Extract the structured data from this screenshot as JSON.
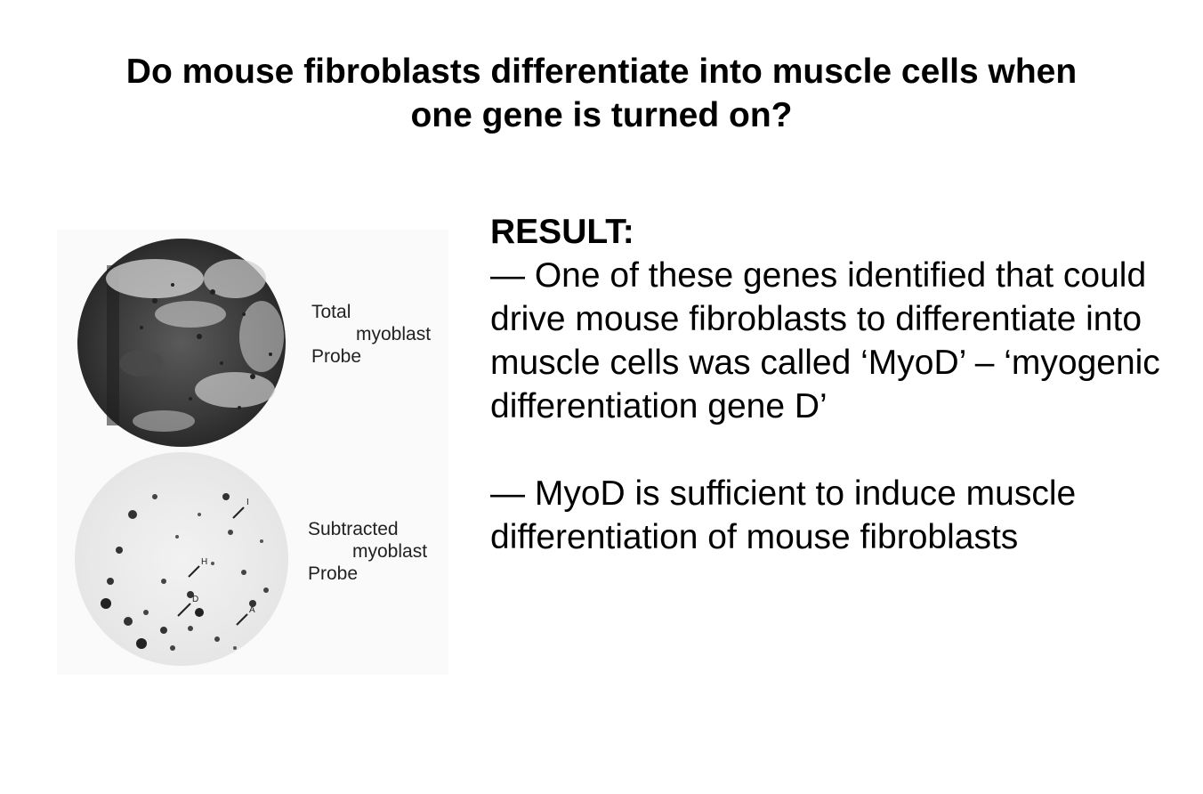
{
  "slide": {
    "title_line1": "Do mouse fibroblasts differentiate into muscle cells when",
    "title_line2": "one gene is turned on?"
  },
  "figure": {
    "top_plate": {
      "label_line1": "Total",
      "label_line2": "myoblast",
      "label_line3": "Probe"
    },
    "bottom_plate": {
      "label_line1": "Subtracted",
      "label_line2": "myoblast",
      "label_line3": "Probe",
      "colony_markers": [
        "I",
        "H",
        "D",
        "A"
      ]
    }
  },
  "result": {
    "heading": "RESULT:",
    "paragraph1": "— One of these genes identified that could drive mouse fibroblasts to differentiate into muscle cells was called ‘MyoD’ – ‘myogenic differentiation gene D’",
    "paragraph2": "— MyoD is sufficient to induce muscle differentiation of mouse fibroblasts"
  }
}
